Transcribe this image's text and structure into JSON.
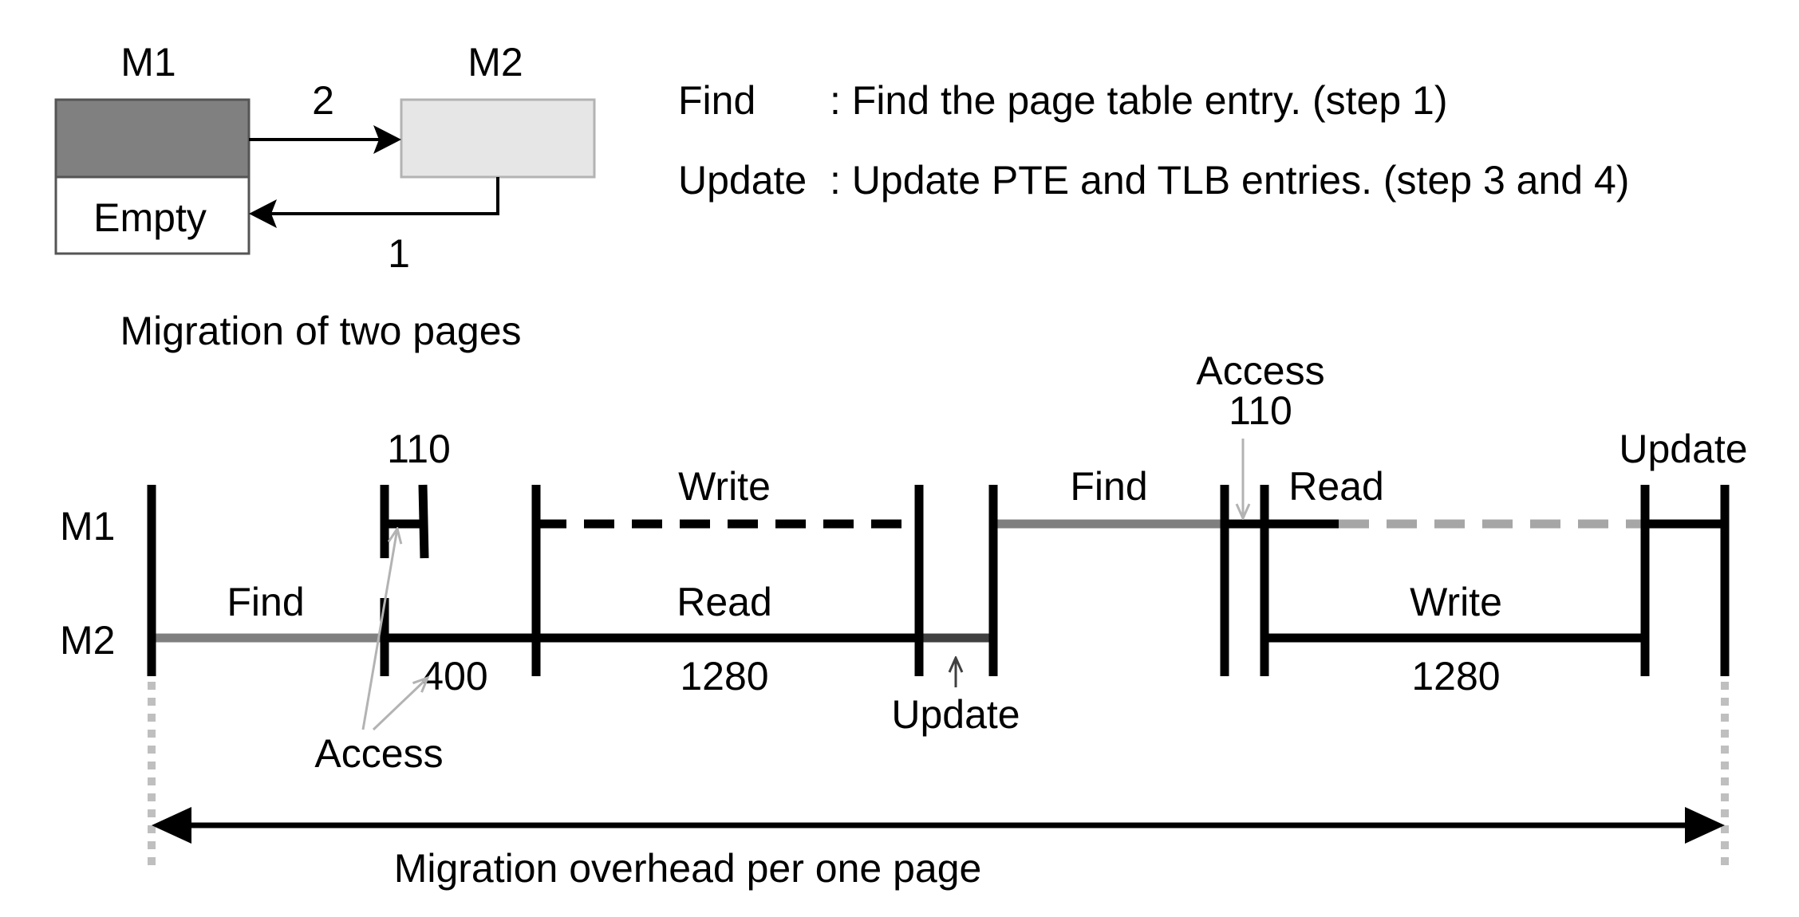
{
  "colors": {
    "black": "#000000",
    "m1_box": "#808080",
    "m2_box": "#e6e6e6",
    "m2_box_border": "#b3b3b3",
    "find_gray": "#7f7f7f",
    "dashed_gray": "#a6a6a6",
    "access_arrow": "#b3b3b3",
    "update_arrow": "#404040",
    "dotted_gray": "#bfbfbf"
  },
  "pages_diagram": {
    "m1_label": "M1",
    "m2_label": "M2",
    "empty_label": "Empty",
    "arrow_top_label": "2",
    "arrow_bottom_label": "1",
    "caption": "Migration of two pages"
  },
  "legend": [
    {
      "term": "Find",
      "desc": ": Find the page table entry. (step 1)"
    },
    {
      "term": "Update",
      "desc": ": Update PTE and TLB entries. (step 3 and 4)"
    }
  ],
  "timeline": {
    "row_m1": "M1",
    "row_m2": "M2",
    "find_left": "Find",
    "access_110_left": "110",
    "write_first": "Write",
    "read_first": "Read",
    "access_400": "400",
    "access_label_left": "Access",
    "read_1280": "1280",
    "update_mid": "Update",
    "find_right": "Find",
    "access_label_right": "Access",
    "access_110_right": "110",
    "read_second": "Read",
    "update_right": "Update",
    "write_second": "Write",
    "write_1280": "1280",
    "overhead_caption": "Migration overhead per one page"
  }
}
